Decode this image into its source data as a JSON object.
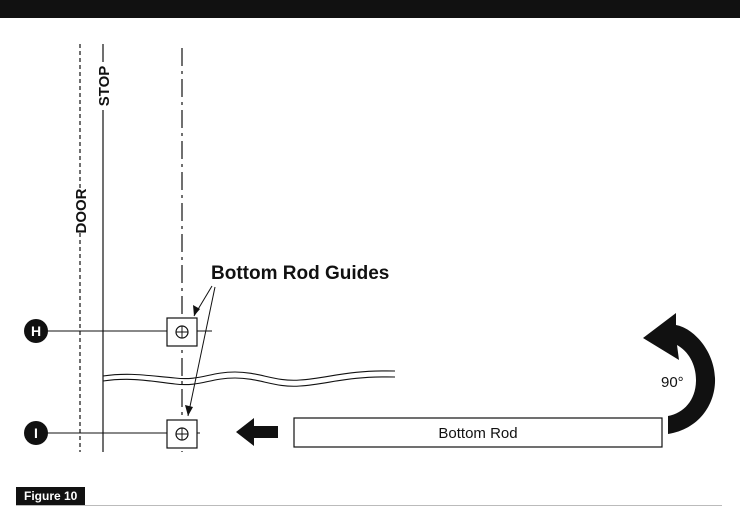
{
  "labels": {
    "door": "DOOR",
    "stop": "STOP",
    "guides": "Bottom Rod Guides",
    "marker_h": "H",
    "marker_i": "I",
    "rotation": "90°",
    "rod": "Bottom Rod",
    "figure": "Figure 10"
  },
  "colors": {
    "ink": "#111111",
    "background": "#ffffff",
    "banner": "#111111"
  },
  "icons": [
    "arrow-left-icon",
    "rotate-arrow-icon"
  ]
}
